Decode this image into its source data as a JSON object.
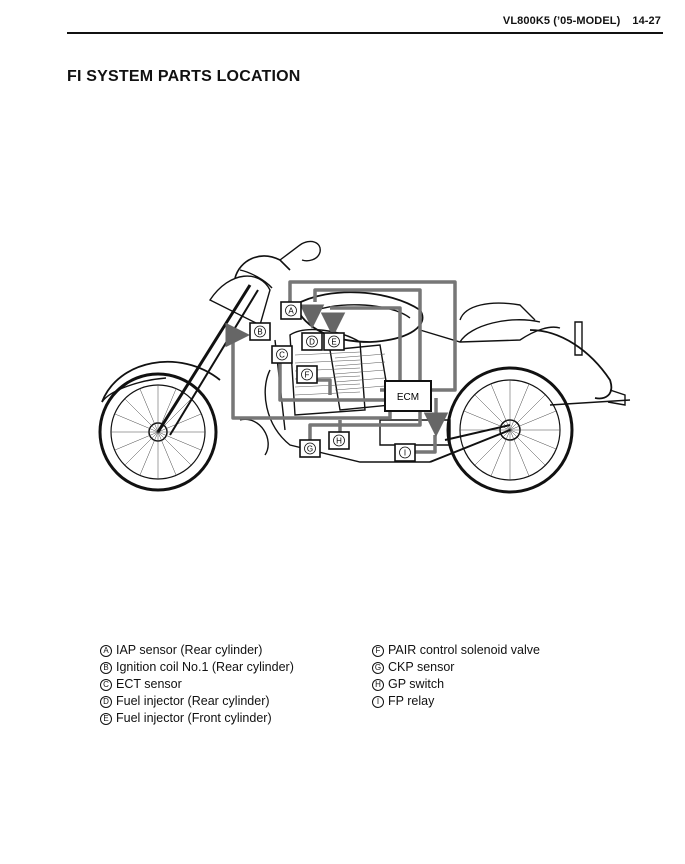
{
  "header": {
    "model": "VL800K5 (’05-MODEL)",
    "page": "14-27"
  },
  "title": "FI SYSTEM PARTS LOCATION",
  "diagram": {
    "ecm_label": "ECM",
    "markers": [
      "A",
      "B",
      "C",
      "D",
      "E",
      "F",
      "G",
      "H",
      "I"
    ]
  },
  "legend": {
    "left": [
      {
        "key": "A",
        "text": "IAP sensor (Rear cylinder)"
      },
      {
        "key": "B",
        "text": "Ignition coil No.1 (Rear cylinder)"
      },
      {
        "key": "C",
        "text": "ECT sensor"
      },
      {
        "key": "D",
        "text": "Fuel injector (Rear cylinder)"
      },
      {
        "key": "E",
        "text": "Fuel injector (Front cylinder)"
      }
    ],
    "right": [
      {
        "key": "F",
        "text": "PAIR control solenoid valve"
      },
      {
        "key": "G",
        "text": "CKP sensor"
      },
      {
        "key": "H",
        "text": "GP switch"
      },
      {
        "key": "I",
        "text": "FP relay"
      }
    ]
  }
}
